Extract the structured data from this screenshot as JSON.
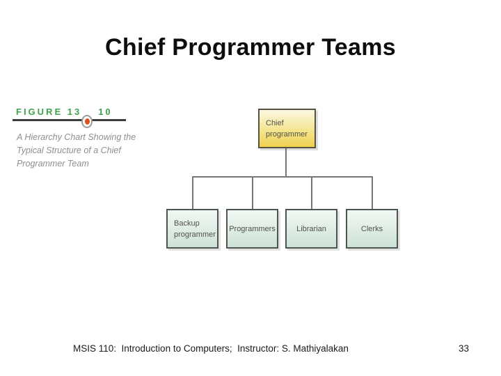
{
  "slide": {
    "title": "Chief Programmer Teams",
    "footer_text": "MSIS 110:  Introduction to Computers;  Instructor: S. Mathiyalakan",
    "page_number": "33"
  },
  "figure_label": {
    "prefix": "FIGURE 13",
    "suffix": "10",
    "marker_icon": "red-dot-marker",
    "accent_green": "#3fa24d",
    "marker_red": "#e0501e",
    "caption_lines": [
      "A Hierarchy Chart Showing the",
      "Typical Structure of a Chief",
      "Programmer Team"
    ]
  },
  "org_chart": {
    "type": "hierarchy",
    "connector_color": "#767676",
    "root": {
      "label": "Chief programmer",
      "fill_top": "#fbf8e4",
      "fill_bottom": "#efd04e"
    },
    "children": [
      {
        "label": "Backup programmer"
      },
      {
        "label": "Programmers"
      },
      {
        "label": "Librarian"
      },
      {
        "label": "Clerks"
      }
    ],
    "child_fill_top": "#f2f8f4",
    "child_fill_bottom": "#cde2d6"
  }
}
